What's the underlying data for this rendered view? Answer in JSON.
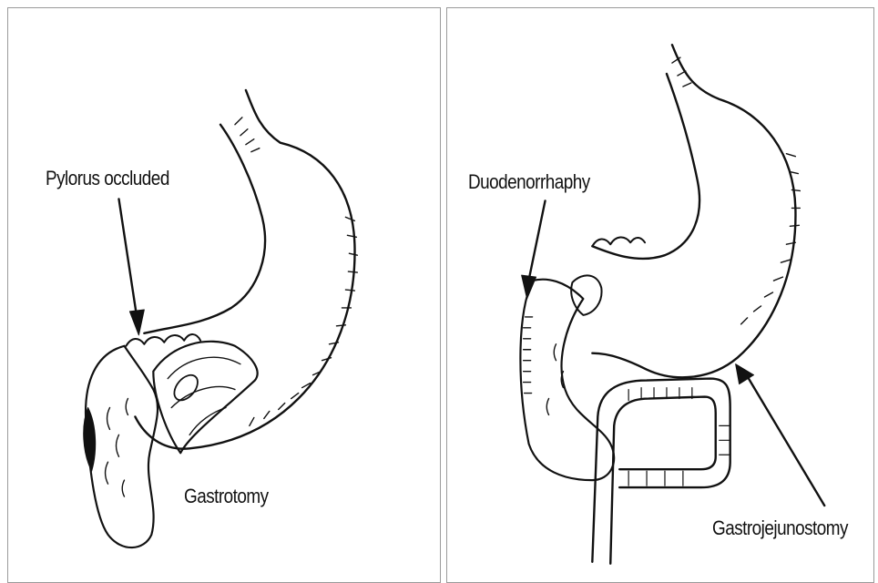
{
  "left_panel": {
    "labels": {
      "pylorus": "Pylorus occluded",
      "gastrotomy": "Gastrotomy"
    }
  },
  "right_panel": {
    "labels": {
      "duodenorrhaphy": "Duodenorrhaphy",
      "gastrojejunostomy": "Gastrojejunostomy"
    }
  },
  "colors": {
    "ink": "#111111",
    "frame": "#9a9a9a"
  }
}
